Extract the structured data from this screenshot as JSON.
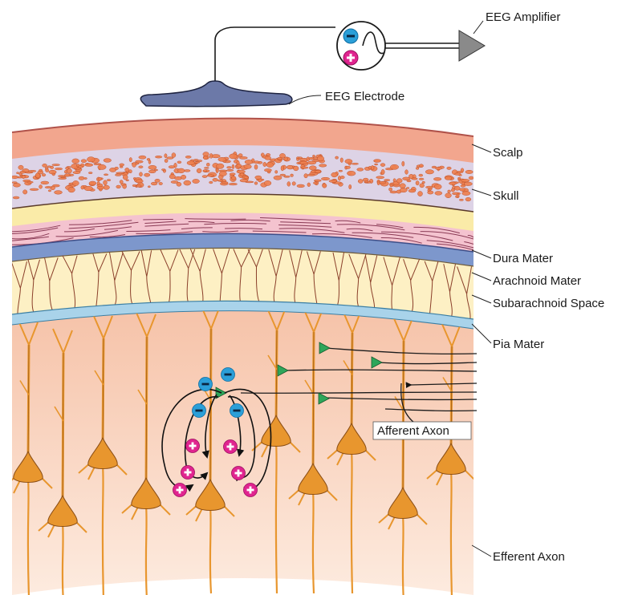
{
  "labels": {
    "amplifier": "EEG Amplifier",
    "electrode": "EEG Electrode",
    "scalp": "Scalp",
    "skull": "Skull",
    "dura": "Dura Mater",
    "arachnoid": "Arachnoid Mater",
    "subarachnoid": "Subarachnoid Space",
    "pia": "Pia Mater",
    "afferent": "Afferent Axon",
    "efferent": "Efferent Axon"
  },
  "colors": {
    "scalp": "#f2a68e",
    "skull": "#ddd3e6",
    "skull_bone": "#ee8050",
    "bone_band": "#faeba8",
    "dura": "#f4c3cf",
    "arachnoid": "#7d97cc",
    "subarachnoid": "#fdf0c4",
    "pia": "#a9d3ea",
    "cortex_top": "#f6c3a9",
    "cortex_bottom": "#fdebdf",
    "neuron": "#e8962e",
    "synapse": "#2ea65a",
    "negative_charge": "#2b9fd8",
    "positive_charge": "#e0248f",
    "electrode": "#6c79a8"
  },
  "icons": {
    "amplifier": "sine-wave-in-circle",
    "negative": "minus-circle",
    "positive": "plus-circle",
    "synapse": "green-triangle"
  }
}
